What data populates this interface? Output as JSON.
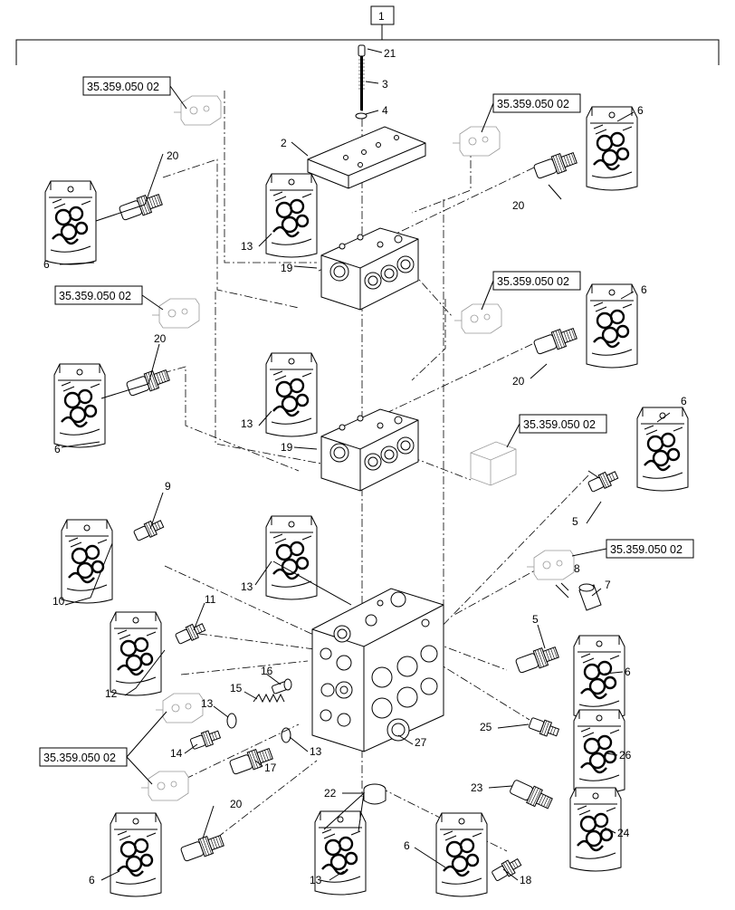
{
  "diagram": {
    "assembly_number": "1",
    "reference_code": "35.359.050 02",
    "callouts": [
      "2",
      "3",
      "4",
      "5",
      "6",
      "7",
      "8",
      "9",
      "10",
      "11",
      "12",
      "13",
      "14",
      "15",
      "16",
      "17",
      "18",
      "19",
      "20",
      "21",
      "22",
      "23",
      "24",
      "25",
      "26",
      "27"
    ]
  }
}
